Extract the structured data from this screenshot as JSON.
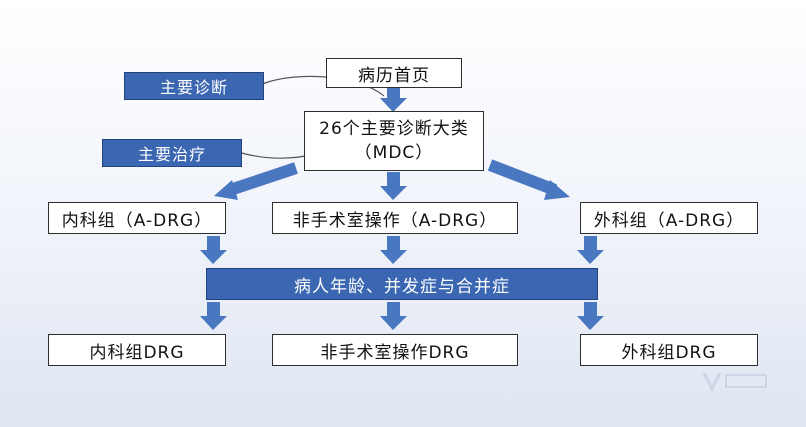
{
  "top_box": "病历首页",
  "mdc_box": {
    "line1": "26个主要诊断大类",
    "line2": "（MDC）"
  },
  "side_labels": {
    "main_diagnosis": "主要诊断",
    "main_treatment": "主要治疗"
  },
  "adrg": {
    "internal": "内科组（A-DRG）",
    "non_surgical": "非手术室操作（A-DRG）",
    "surgical": "外科组（A-DRG）"
  },
  "factors_bar": "病人年龄、并发症与合并症",
  "drg": {
    "internal": "内科组DRG",
    "non_surgical": "非手术室操作DRG",
    "surgical": "外科组DRG"
  },
  "colors": {
    "arrow": "#4a78c0",
    "bar": "#3b66b1",
    "border": "#2e2e2e"
  }
}
